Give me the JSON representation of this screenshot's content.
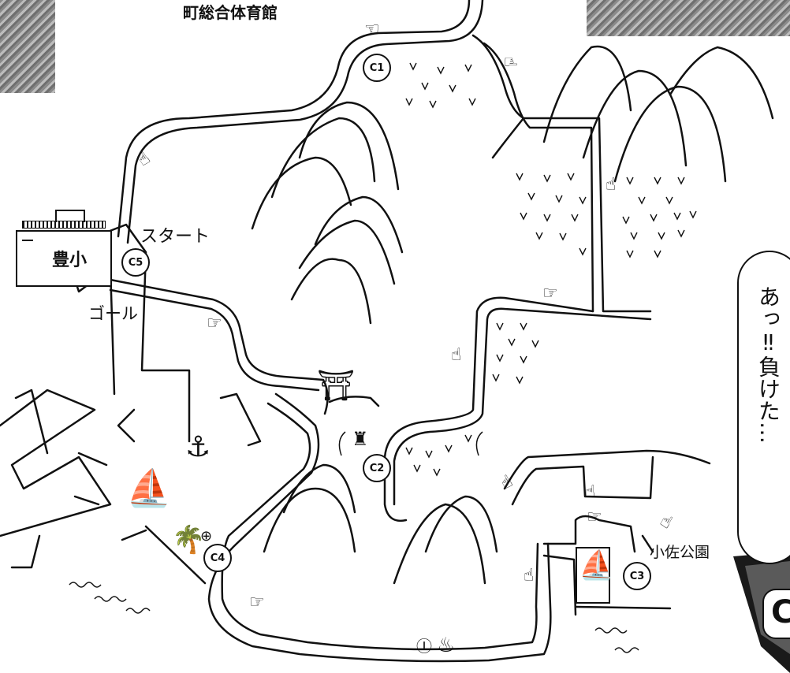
{
  "map": {
    "top_label": "町総合体育館",
    "start_label": "スタート",
    "goal_label": "ゴール",
    "school_label": "豊小",
    "park_label": "小佐公園",
    "speech_bubble": "あっ‼負けた…",
    "flag_letter": "C",
    "checkpoints": [
      "C1",
      "C2",
      "C3",
      "C4",
      "C5"
    ],
    "icons": [
      "torii-icon",
      "anchor-icon",
      "sailboat-icon",
      "hot-spring-icon",
      "pointing-hand-icon",
      "tree-icon"
    ]
  }
}
